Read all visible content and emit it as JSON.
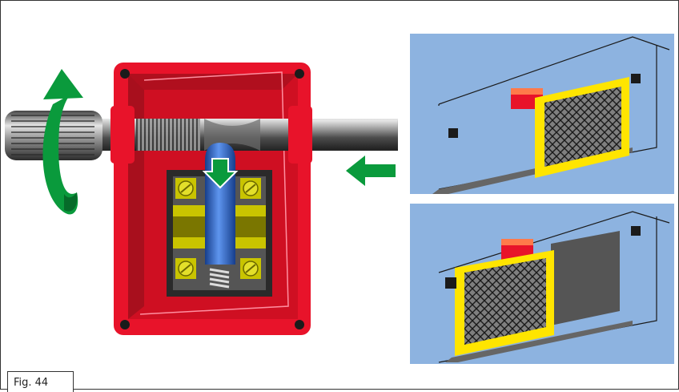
{
  "figure": {
    "label": "Fig. 44"
  },
  "colors": {
    "housing": "#e8132a",
    "housing_dark": "#a80f1d",
    "panel_bg": "#8db3e0",
    "guard_frame": "#ffe500",
    "arrow_green": "#0a9a3c",
    "actuator_blue": "#2c6fd6"
  },
  "panels": {
    "top": {
      "state": "guard-closed"
    },
    "bottom": {
      "state": "guard-open"
    }
  }
}
